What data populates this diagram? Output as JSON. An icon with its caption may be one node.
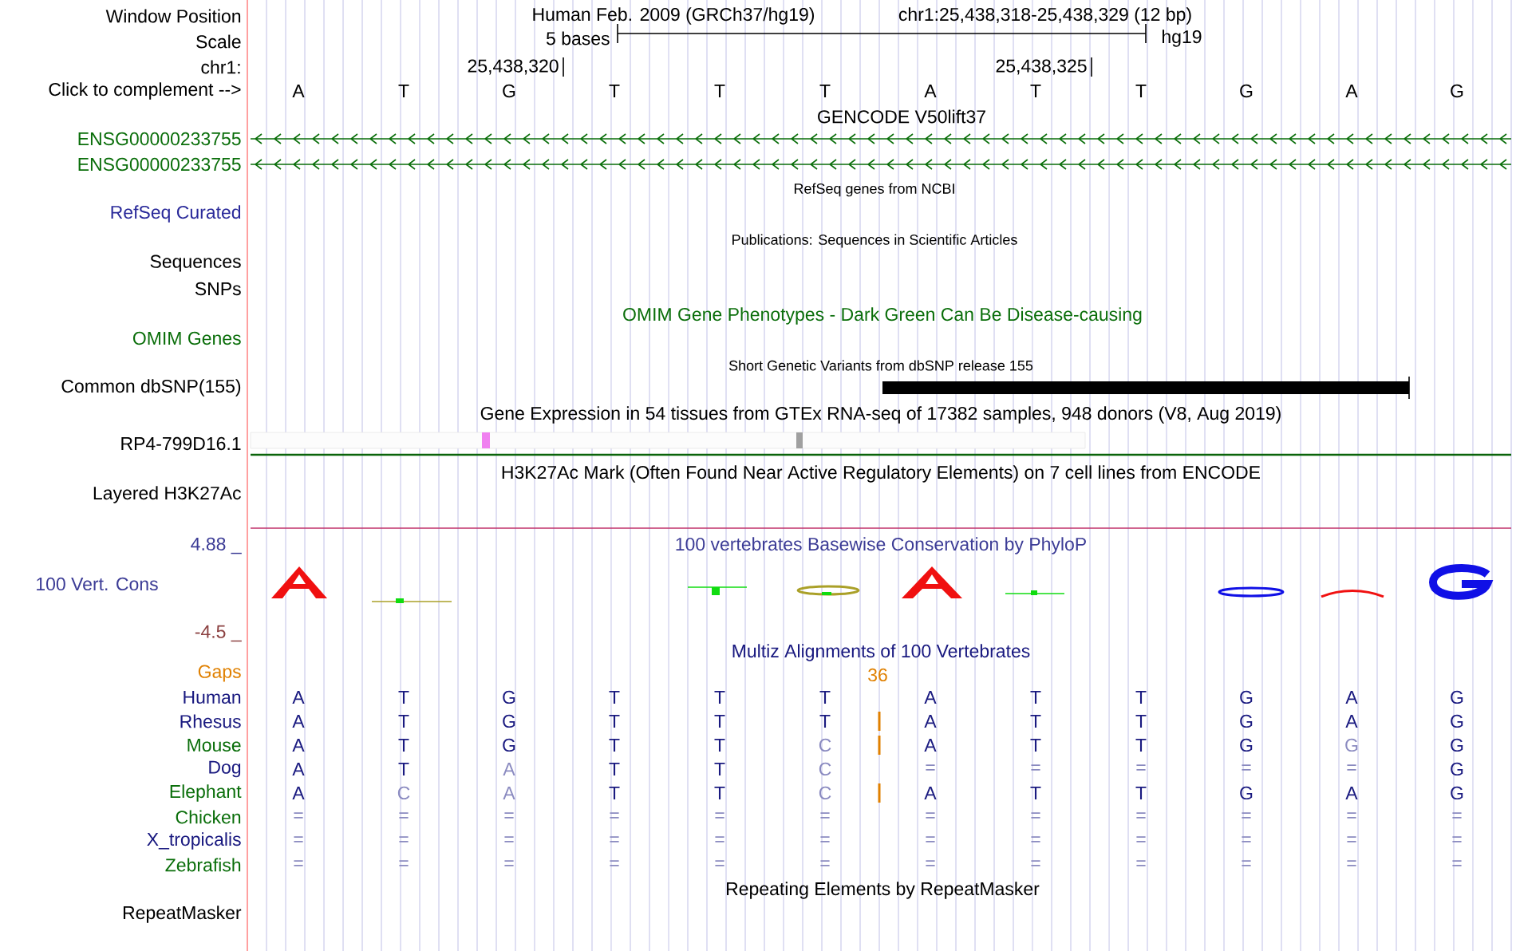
{
  "diagram": {
    "labels": [
      "Window Position",
      "Human Feb. 2009 (GRCh37/hg19)",
      "chr1:25,438,318-25,438,329 (12 bp)",
      "Scale",
      "5 bases",
      "hg19",
      "chr1:",
      "25,438,320",
      "25,438,325",
      "Click to complement -->",
      "A",
      "T",
      "G",
      "T",
      "T",
      "T",
      "A",
      "T",
      "T",
      "G",
      "A",
      "G",
      "GENCODE V50lift37",
      "ENSG00000233755",
      "ENSG00000233755",
      "RefSeq genes from NCBI",
      "RefSeq Curated",
      "Publications: Sequences in Scientific Articles",
      "Sequences",
      "SNPs",
      "OMIM Gene Phenotypes - Dark Green Can Be Disease-causing",
      "OMIM Genes",
      "Short Genetic Variants from dbSNP release 155",
      "Common dbSNP(155)",
      "Gene Expression in 54 tissues from GTEx RNA-seq of 17382 samples, 948 donors (V8, Aug 2019)",
      "RP4-799D16.1",
      "H3K27Ac Mark (Often Found Near Active Regulatory Elements) on 7 cell lines from ENCODE",
      "Layered H3K27Ac",
      "4.88 _",
      "100 vertebrates Basewise Conservation by PhyloP",
      "100 Vert. Cons",
      "-4.5 _",
      "Multiz Alignments of 100 Vertebrates",
      "Gaps",
      "36",
      "Human",
      "A",
      "T",
      "G",
      "T",
      "T",
      "T",
      "A",
      "T",
      "T",
      "G",
      "A",
      "G",
      "Rhesus",
      "A",
      "T",
      "G",
      "T",
      "T",
      "T",
      "A",
      "T",
      "T",
      "G",
      "A",
      "G",
      "Mouse",
      "A",
      "T",
      "G",
      "T",
      "T",
      "C",
      "A",
      "T",
      "T",
      "G",
      "G",
      "G",
      "Dog",
      "A",
      "T",
      "A",
      "T",
      "T",
      "C",
      "=",
      "=",
      "=",
      "=",
      "=",
      "G",
      "Elephant",
      "A",
      "C",
      "A",
      "T",
      "T",
      "C",
      "A",
      "T",
      "T",
      "G",
      "A",
      "G",
      "Chicken",
      "=",
      "=",
      "=",
      "=",
      "=",
      "=",
      "=",
      "=",
      "=",
      "=",
      "=",
      "=",
      "X_tropicalis",
      "=",
      "=",
      "=",
      "=",
      "=",
      "=",
      "=",
      "=",
      "=",
      "=",
      "=",
      "=",
      "Zebrafish",
      "=",
      "=",
      "=",
      "=",
      "=",
      "=",
      "=",
      "=",
      "=",
      "=",
      "=",
      "=",
      "Repeating Elements by RepeatMasker",
      "RepeatMasker"
    ]
  }
}
